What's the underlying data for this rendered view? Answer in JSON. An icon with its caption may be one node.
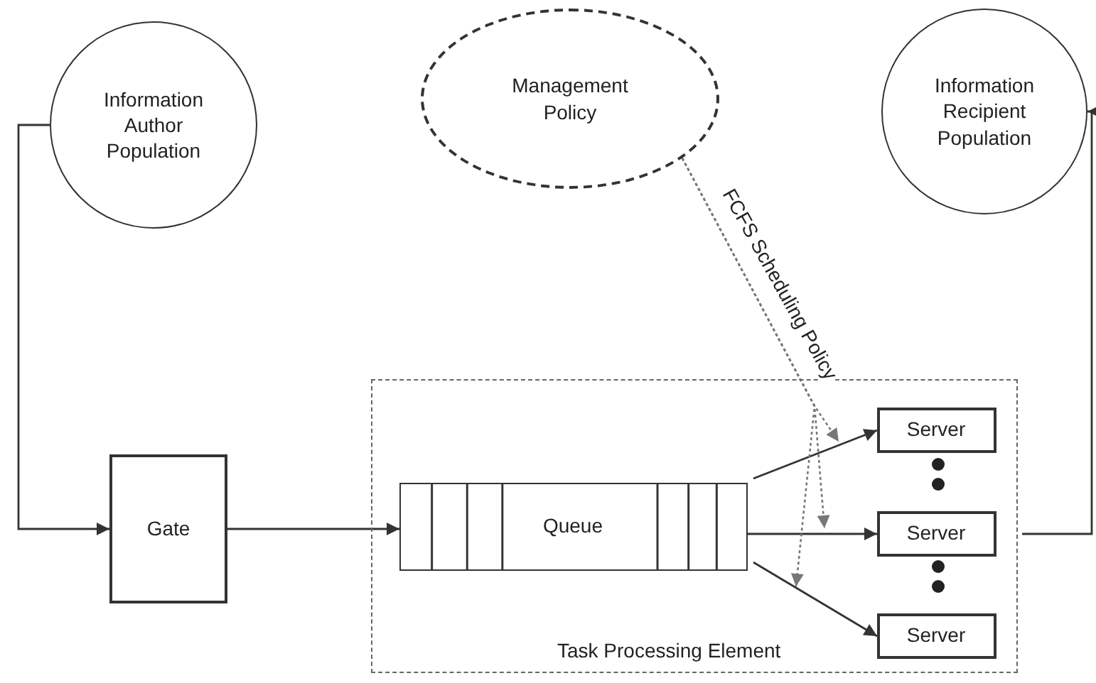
{
  "diagram": {
    "nodes": [
      {
        "text": [
          "Information Author Population"
        ]
      },
      {
        "text": [
          "Management Policy"
        ]
      },
      {
        "text": [
          "Information Recipient Population"
        ]
      },
      {
        "text": [
          "Gate"
        ]
      },
      {
        "text": [
          "Task Processing Element"
        ]
      },
      {
        "text": [
          "Queue"
        ],
        "in": 4
      },
      {
        "text": [
          "Server"
        ],
        "in": 4
      },
      {
        "text": [
          "Server"
        ],
        "in": 4
      },
      {
        "text": [
          "Server"
        ],
        "in": 4
      }
    ],
    "edges": [
      {
        "from": 0,
        "to": 3,
        "arrow": "to"
      },
      {
        "from": 3,
        "to": 5,
        "arrow": "to"
      },
      {
        "from": 5,
        "to": 6,
        "arrow": "to"
      },
      {
        "from": 5,
        "to": 7,
        "arrow": "to"
      },
      {
        "from": 5,
        "to": 8,
        "arrow": "to"
      },
      {
        "from": 4,
        "to": 2,
        "arrow": "to"
      },
      {
        "from": 1,
        "to": null,
        "arrow": "to",
        "label": "FCFS Scheduling Policy",
        "style": "dashed",
        "color": "#777777"
      },
      {
        "from": 1,
        "to": null,
        "arrow": "to",
        "style": "dashed",
        "color": "#777777"
      },
      {
        "from": 1,
        "to": null,
        "arrow": "to",
        "style": "dashed",
        "color": "#777777"
      }
    ]
  }
}
